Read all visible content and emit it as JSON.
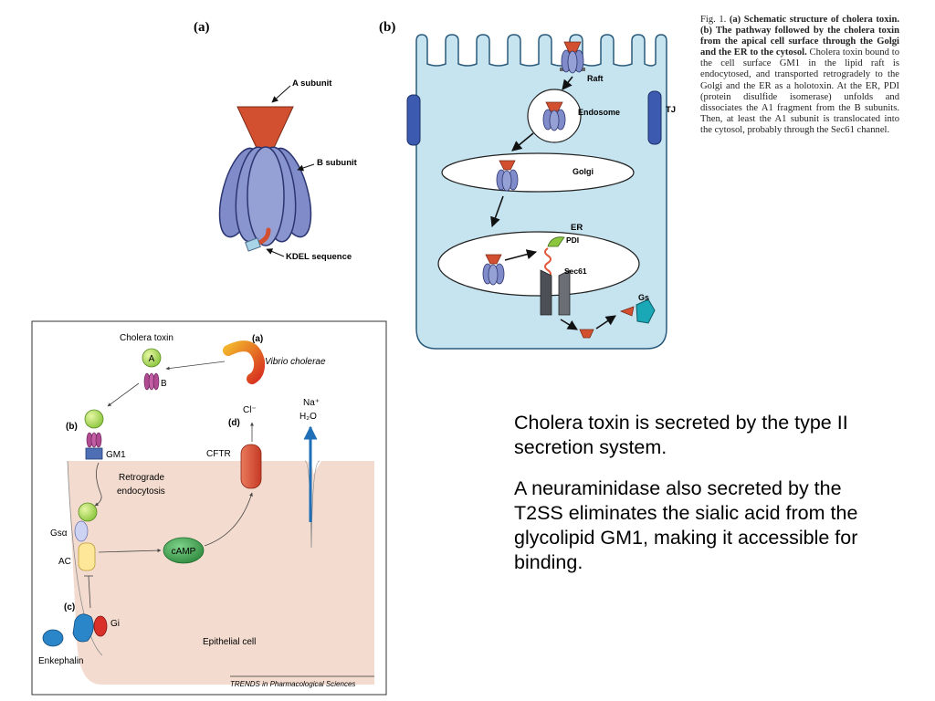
{
  "panel_a": {
    "letter": "(a)",
    "a_subunit": "A subunit",
    "b_subunit": "B subunit",
    "kdel": "KDEL sequence"
  },
  "panel_b": {
    "letter": "(b)",
    "raft": "Raft",
    "endosome": "Endosome",
    "tj": "TJ",
    "golgi": "Golgi",
    "er": "ER",
    "pdi": "PDI",
    "sec61": "Sec61",
    "gs": "Gs"
  },
  "caption": {
    "fig": "Fig. 1.",
    "bold_title": "(a) Schematic structure of cholera toxin. (b) The pathway followed by the cholera toxin from the apical cell surface through the Golgi and the ER to the cytosol.",
    "body": "Cholera toxin bound to the cell surface GM1 in the lipid raft is endocytosed, and transported retrogradely to the Golgi and the ER as a holotoxin. At the ER, PDI (protein disulfide isomerase) unfolds and dissociates the A1 fragment from the B subunits. Then, at least the A1 subunit is translocated into the cytosol, probably through the Sec61 channel."
  },
  "lower_figure": {
    "cholera_toxin": "Cholera toxin",
    "a_label": "A",
    "b_label": "B",
    "panel_a": "(a)",
    "vibrio": "Vibrio cholerae",
    "panel_b": "(b)",
    "gm1": "GM1",
    "panel_d": "(d)",
    "cl": "Cl⁻",
    "na": "Na⁺",
    "h2o": "H₂O",
    "cftr": "CFTR",
    "retrograde": "Retrograde",
    "endocytosis": "endocytosis",
    "gsa": "Gsα",
    "ac": "AC",
    "camp": "cAMP",
    "panel_c": "(c)",
    "gi": "Gi",
    "enkephalin": "Enkephalin",
    "epithelial": "Epithelial cell",
    "source": "TRENDS in Pharmacological Sciences"
  },
  "slide_text": {
    "p1": "Cholera toxin is secreted by the type II secretion system.",
    "p2": "A neuraminidase also secreted by the T2SS eliminates the sialic acid from the glycolipid GM1, making it accessible for binding."
  },
  "colors": {
    "toxin_a": "#d2502f",
    "toxin_b": "#7f8cc9",
    "cell_fill": "#c6e4f0",
    "tissue_fill": "#f3dccf",
    "gm1": "#4e6fb4",
    "camp": "#3e9b4f",
    "cftr": "#d9533b"
  }
}
